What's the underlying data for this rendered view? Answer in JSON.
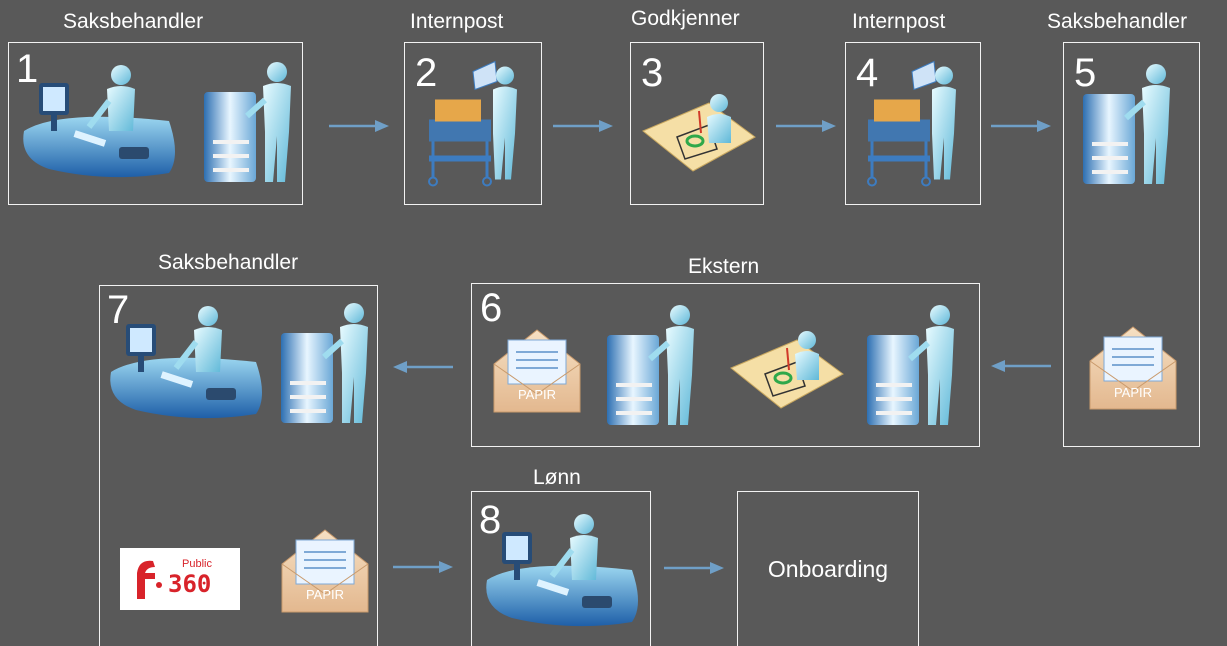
{
  "roles": {
    "r1": "Saksbehandler",
    "r2": "Internpost",
    "r3": "Godkjenner",
    "r4": "Internpost",
    "r5": "Saksbehandler",
    "r6": "Ekstern",
    "r7": "Saksbehandler",
    "r8": "Lønn"
  },
  "steps": {
    "s1": "1",
    "s2": "2",
    "s3": "3",
    "s4": "4",
    "s5": "5",
    "s6": "6",
    "s7": "7",
    "s8": "8"
  },
  "paper_label": "PAPIR",
  "onboarding_label": "Onboarding",
  "logo": {
    "small": "Public",
    "number": "360"
  },
  "colors": {
    "background": "#595959",
    "arrow": "#6f9fc7",
    "figure": "#9fdcef",
    "envelope": "#e8c9a6"
  }
}
